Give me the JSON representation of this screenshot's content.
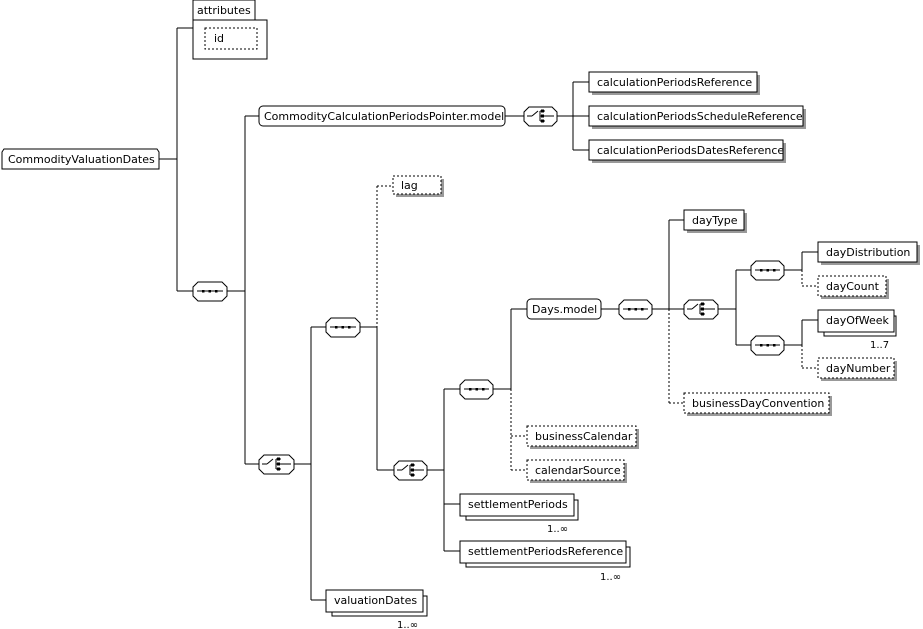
{
  "root": {
    "label": "CommodityValuationDates"
  },
  "attributes": {
    "title": "attributes",
    "id_label": "id"
  },
  "pointer_group": {
    "model_label": "CommodityCalculationPeriodsPointer.model",
    "choices": [
      "calculationPeriodsReference",
      "calculationPeriodsScheduleReference",
      "calculationPeriodsDatesReference"
    ]
  },
  "elements": {
    "lag": "lag",
    "days_model": "Days.model",
    "day_type": "dayType",
    "day_distribution": "dayDistribution",
    "day_count": "dayCount",
    "day_of_week": "dayOfWeek",
    "day_of_week_card": "1..7",
    "day_number": "dayNumber",
    "business_day_convention": "businessDayConvention",
    "business_calendar": "businessCalendar",
    "calendar_source": "calendarSource",
    "settlement_periods": "settlementPeriods",
    "settlement_periods_card": "1..∞",
    "settlement_periods_reference": "settlementPeriodsReference",
    "settlement_periods_reference_card": "1..∞",
    "valuation_dates": "valuationDates",
    "valuation_dates_card": "1..∞"
  }
}
